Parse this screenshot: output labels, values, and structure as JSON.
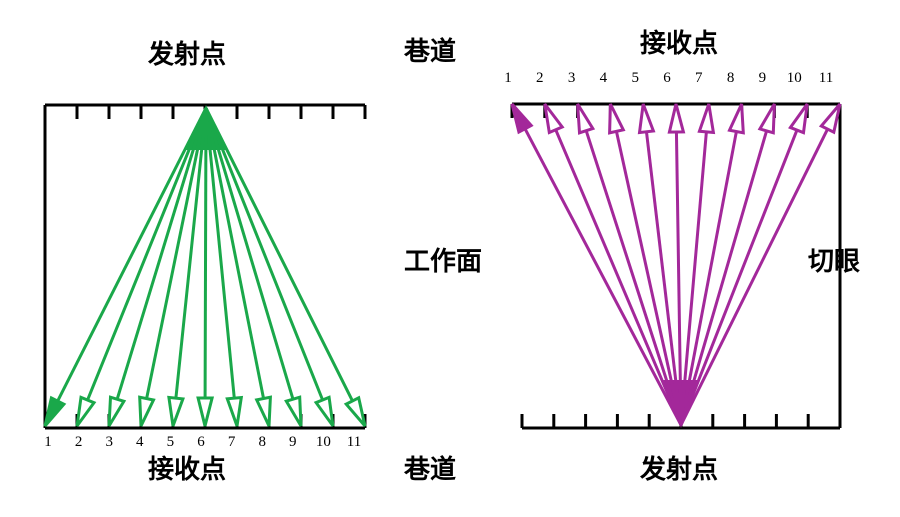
{
  "labels": {
    "left_top": "发射点",
    "left_bottom": "接收点",
    "center_top": "巷道",
    "center_middle": "工作面",
    "center_bottom": "巷道",
    "right_top": "接收点",
    "right_bottom": "发射点",
    "right_side": "切眼"
  },
  "left_numbers": [
    "1",
    "2",
    "3",
    "4",
    "5",
    "6",
    "7",
    "8",
    "9",
    "10",
    "11"
  ],
  "right_numbers": [
    "1",
    "2",
    "3",
    "4",
    "5",
    "6",
    "7",
    "8",
    "9",
    "10",
    "11"
  ],
  "colors": {
    "left_rays": "#1aa84a",
    "right_rays": "#a3289a",
    "frame": "#000000"
  }
}
